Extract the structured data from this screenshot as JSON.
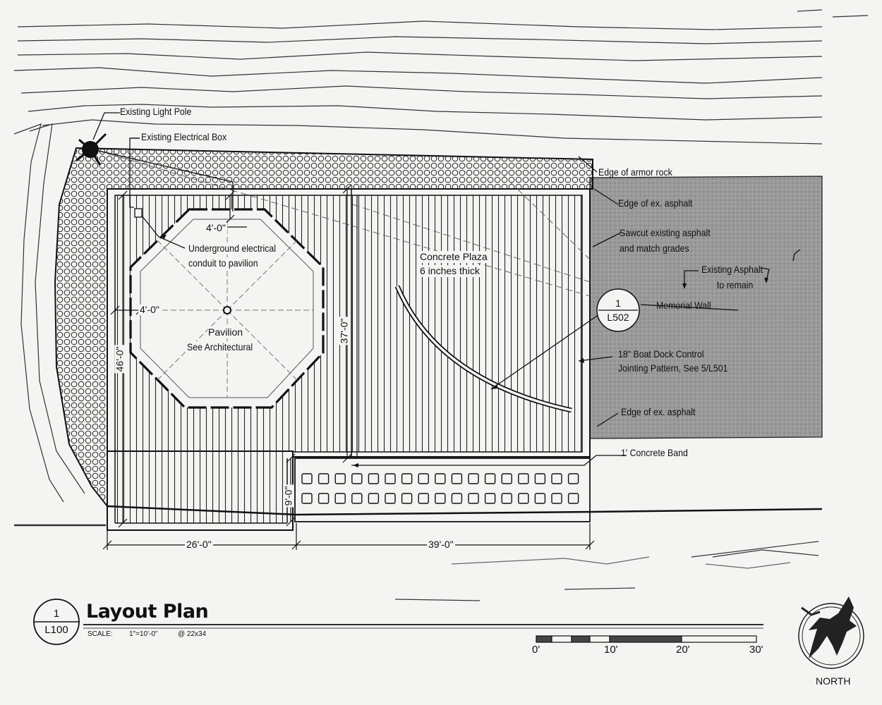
{
  "drawing": {
    "title": "Layout Plan",
    "tag_number": "1",
    "tag_sheet": "L100",
    "scale_label": "SCALE:",
    "scale_value": "1\"=10'-0\"",
    "scale_sheet": "@ 22x34",
    "north_label": "NORTH",
    "bar_ticks": [
      "0'",
      "10'",
      "20'",
      "30'"
    ]
  },
  "callouts": {
    "light_pole": "Existing Light Pole",
    "electrical_box": "Existing Electrical Box",
    "armor_rock": "Edge of armor rock",
    "ex_asphalt_top": "Edge of ex. asphalt",
    "sawcut_1": "Sawcut existing asphalt",
    "sawcut_2": "and match grades",
    "existing_asphalt_1": "Existing Asphalt",
    "existing_asphalt_2": "to remain",
    "memorial_wall": "Memorial Wall",
    "memorial_tag_number": "1",
    "memorial_tag_sheet": "L502",
    "dock_control_1": "18\" Boat Dock Control",
    "dock_control_2": "Jointing Pattern, See 5/L501",
    "ex_asphalt_bottom": "Edge of ex. asphalt",
    "concrete_band": "1' Concrete Band",
    "conduit_1": "Underground electrical",
    "conduit_2": "conduit to pavilion",
    "pavilion_1": "Pavilion",
    "pavilion_2": "See Architectural",
    "plaza_1": "Concrete Plaza",
    "plaza_2": "6 inches thick"
  },
  "dimensions": {
    "pav_top": "4'-0\"",
    "pav_left": "4'-0\"",
    "height_46": "46'-0\"",
    "height_37": "37'-0\"",
    "height_9": "9'-0\"",
    "width_26": "26'-0\"",
    "width_39": "39'-0\""
  }
}
